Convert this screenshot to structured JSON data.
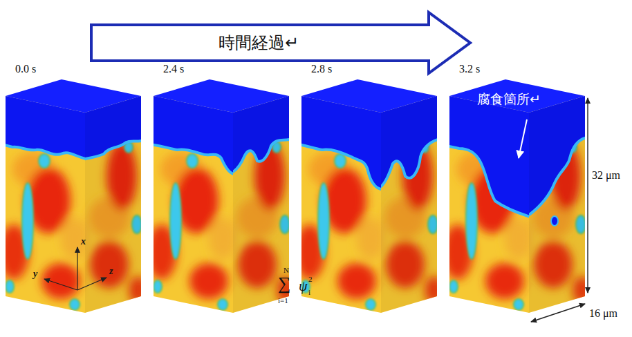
{
  "diagram": {
    "nodes": [
      {
        "text": [
          "時間経過↵"
        ]
      }
    ],
    "labels": [
      "0.0 s",
      "2.4 s",
      "2.8 s",
      "3.2 s",
      "腐食箇所↵",
      "32 μm",
      "16 μm",
      "x",
      "y",
      "z",
      "N",
      "∑",
      "i=1",
      "ψ",
      "i",
      "2"
    ]
  }
}
